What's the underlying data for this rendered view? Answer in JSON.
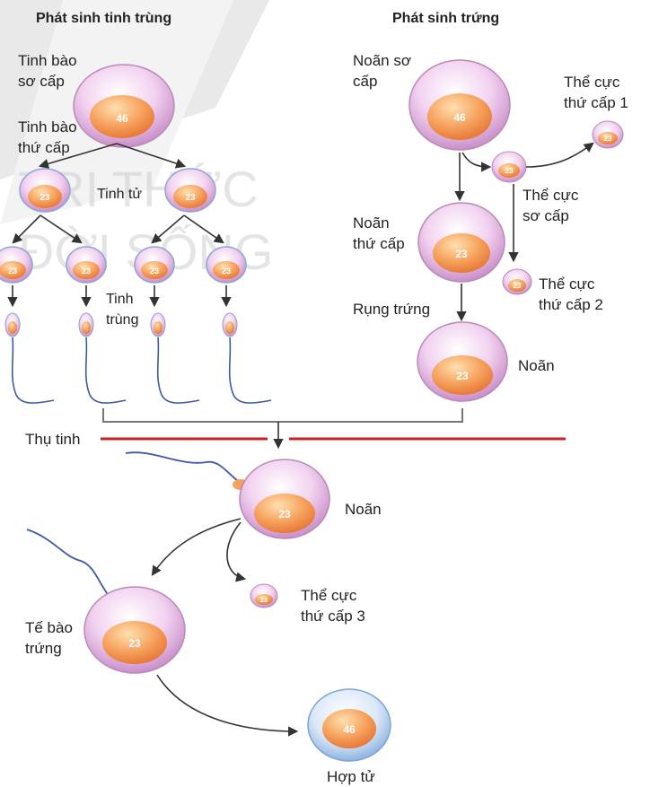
{
  "headers": {
    "spermatogenesis": "Phát sinh tinh trùng",
    "oogenesis": "Phát sinh trứng"
  },
  "labels": {
    "primary_spermatocyte": [
      "Tinh bào",
      "sơ cấp"
    ],
    "secondary_spermatocyte": [
      "Tinh bào",
      "thứ cấp"
    ],
    "spermatid": "Tinh tử",
    "sperm": [
      "Tinh",
      "trùng"
    ],
    "primary_oocyte": [
      "Noãn sơ",
      "cấp"
    ],
    "secondary_oocyte": [
      "Noãn",
      "thứ cấp"
    ],
    "polar_body_secondary_1": [
      "Thể cực",
      "thứ cấp 1"
    ],
    "polar_body_primary": [
      "Thể cực",
      "sơ cấp"
    ],
    "polar_body_secondary_2": [
      "Thể cực",
      "thứ cấp 2"
    ],
    "ovulation": "Rụng trứng",
    "ovum_top": "Noãn",
    "fertilization": "Thụ tinh",
    "ovum_middle": "Noãn",
    "polar_body_secondary_3": [
      "Thể cực",
      "thứ cấp 3"
    ],
    "egg_cell": [
      "Tế bào",
      "trứng"
    ],
    "zygote": "Hợp tử"
  },
  "chromosome_numbers": {
    "diploid": "46",
    "haploid": "23"
  },
  "watermark": [
    "TRI THỨC",
    "ĐỜI SỐNG"
  ],
  "colors": {
    "membrane": "#d9a4d8",
    "nucleus": "#f08a4a",
    "fertilization_line": "#cc1f1f",
    "arrow": "#333333",
    "sperm_tail": "#3b5aa8",
    "zygote_membrane": "#9fc0e8"
  }
}
